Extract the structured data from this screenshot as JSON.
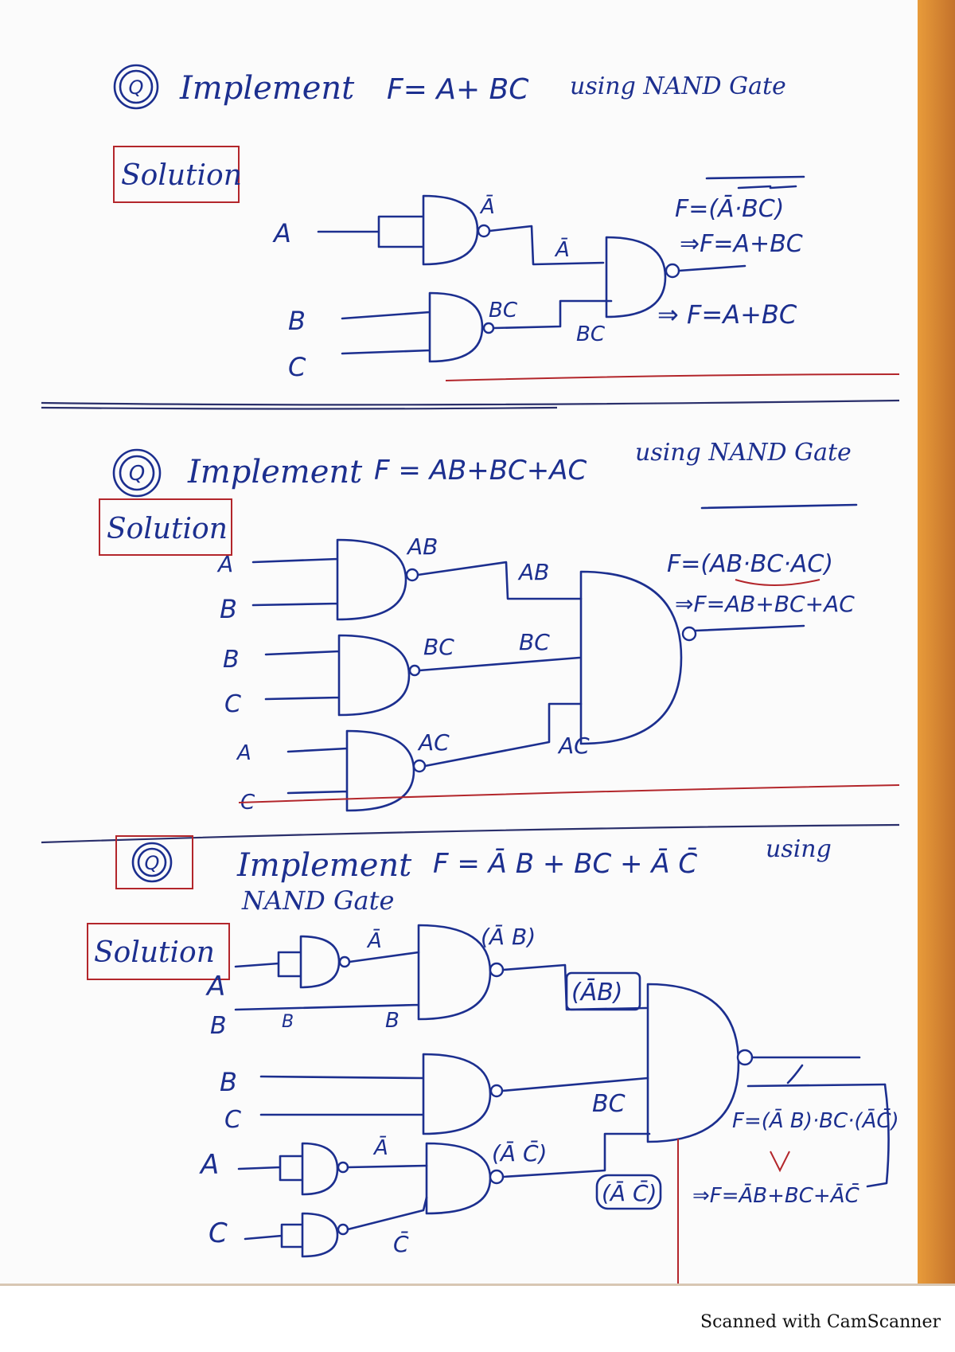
{
  "q1": {
    "marker": "Q",
    "title": "Implement",
    "expr": "F= A+ BC",
    "tail": "using NAND Gate",
    "solution": "Solution",
    "inputs": [
      "A",
      "B",
      "C"
    ],
    "labels": {
      "abar": "Ā",
      "bcbar": "BC",
      "abar2": "Ā",
      "bcbar2": "BC"
    },
    "result_lines": [
      "F=(Ā·BC)",
      "⇒F=A+BC",
      "⇒ F=A+BC"
    ]
  },
  "q2": {
    "marker": "Q",
    "title": "Implement",
    "expr": "F = AB+BC+AC",
    "tail": "using NAND Gate",
    "solution": "Solution",
    "inputs": [
      "A",
      "B",
      "B",
      "C",
      "A",
      "C"
    ],
    "labels": {
      "ab": "AB",
      "bc": "BC",
      "ac": "AC",
      "ab2": "AB",
      "bc2": "BC",
      "ac2": "AC"
    },
    "result_lines": [
      "F=(AB·BC·AC)",
      "⇒F=AB+BC+AC"
    ]
  },
  "q3": {
    "marker": "Q",
    "title": "Implement",
    "expr": "F = Ā B + BC + Ā C̄",
    "tail": "using",
    "tail2": "NAND Gate",
    "solution": "Solution",
    "inputs": [
      "A",
      "B",
      "B",
      "C",
      "A",
      "C"
    ],
    "labels": {
      "abar": "Ā",
      "b_in": "B",
      "b_mid": "B",
      "ab": "(Ā B)",
      "ab2": "(ĀB)",
      "bc": "BC",
      "abar2": "Ā",
      "cbar": "C̄",
      "ac": "(Ā C̄)",
      "ac2": "(Ā C̄)"
    },
    "result_lines": [
      "F=(Ā B)·BC·(ĀC̄)",
      "⇒F=ĀB+BC+ĀC̄"
    ]
  },
  "footer": {
    "scanner": "Scanned with CamScanner"
  }
}
